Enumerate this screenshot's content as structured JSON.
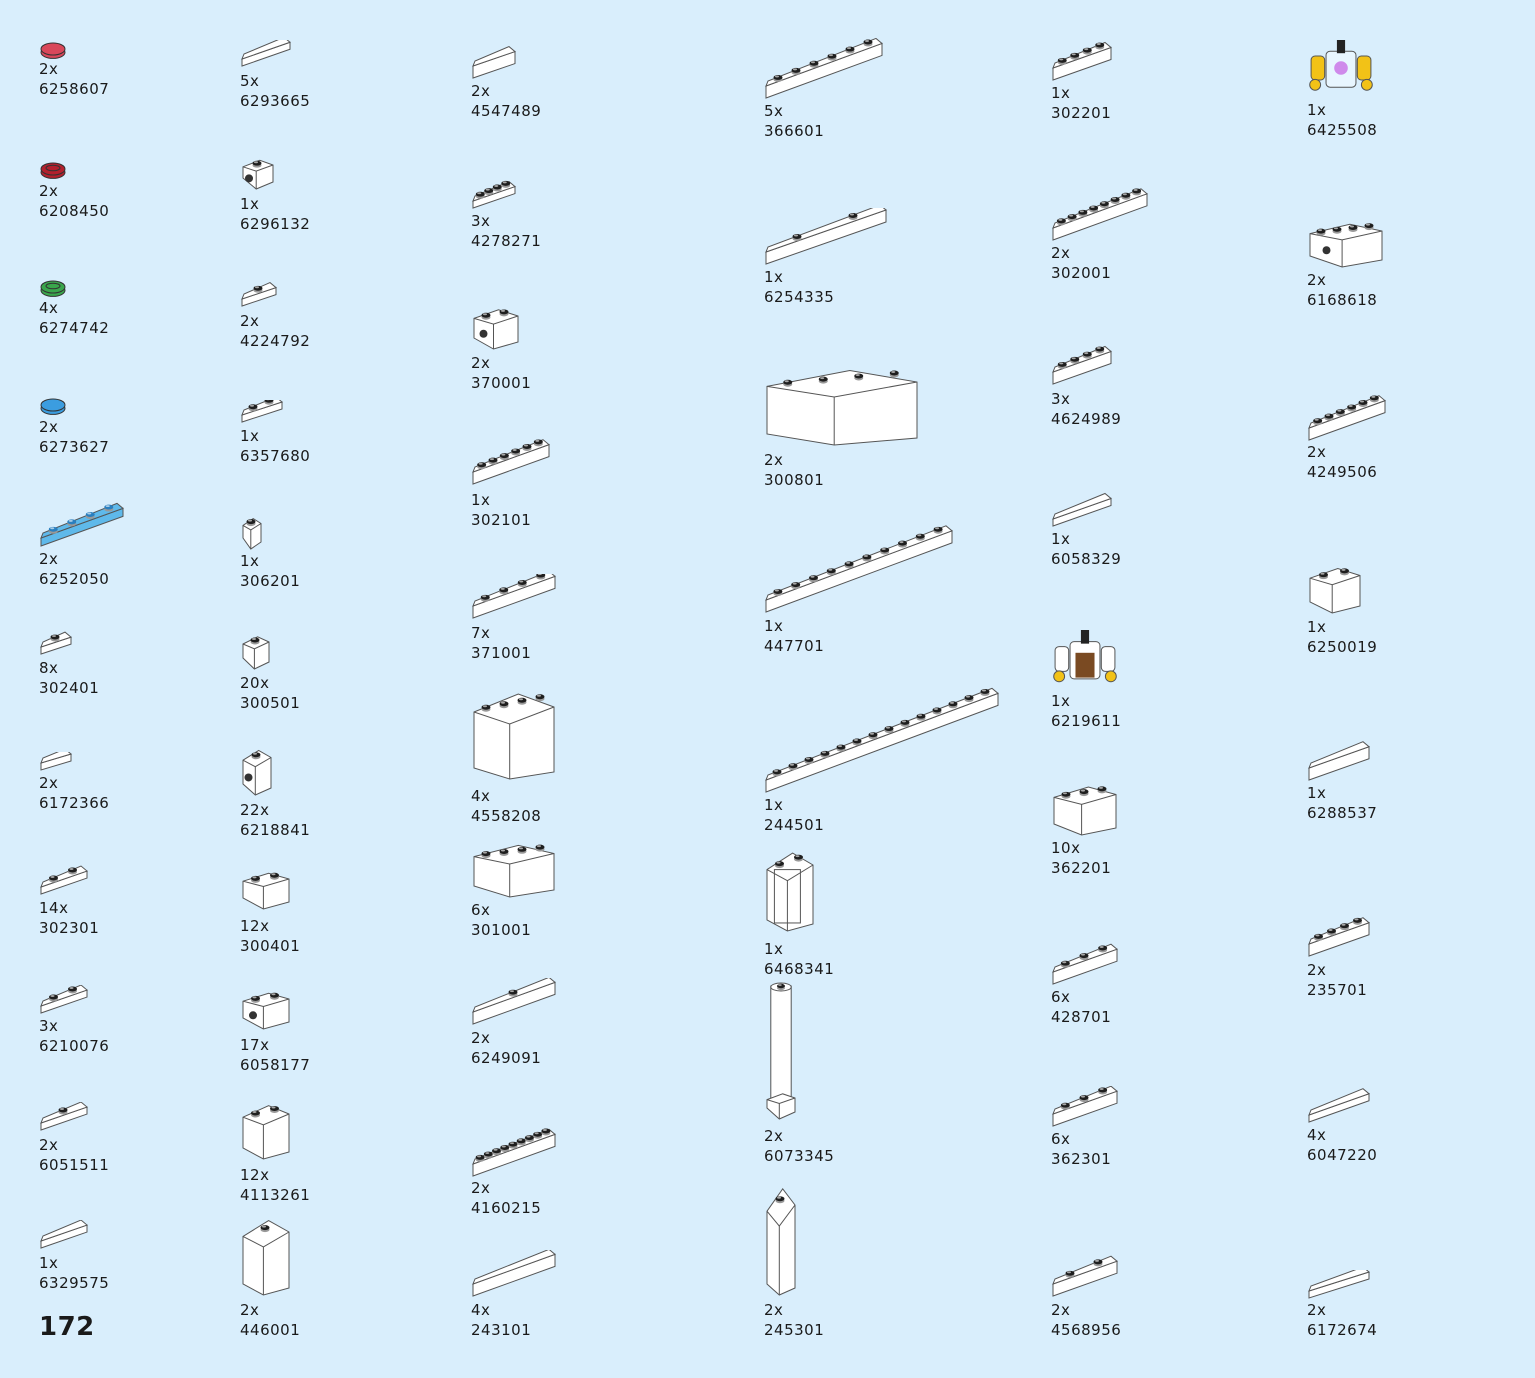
{
  "page_number": "172",
  "colors": {
    "background": "#d9eefc",
    "white_part": "#ffffff",
    "red": "#d9475a",
    "dark_red": "#b3202d",
    "green": "#3aa64c",
    "blue": "#3b9de0",
    "trans_light_blue": "#5fb9ea",
    "yellow": "#f2c217"
  },
  "columns": [
    {
      "parts": [
        {
          "qty": "2x",
          "id": "6258607",
          "icon": "round-tile-1x1-red"
        },
        {
          "qty": "2x",
          "id": "6208450",
          "icon": "round-plate-1x1-dark-red"
        },
        {
          "qty": "4x",
          "id": "6274742",
          "icon": "round-plate-1x1-green"
        },
        {
          "qty": "2x",
          "id": "6273627",
          "icon": "round-tile-1x1-blue"
        },
        {
          "qty": "2x",
          "id": "6252050",
          "icon": "plate-1x6-trans-blue"
        },
        {
          "qty": "8x",
          "id": "302401",
          "icon": "plate-1x1-white"
        },
        {
          "qty": "2x",
          "id": "6172366",
          "icon": "quarter-round-tile-white"
        },
        {
          "qty": "14x",
          "id": "302301",
          "icon": "plate-1x2-white"
        },
        {
          "qty": "3x",
          "id": "6210076",
          "icon": "plate-1x2-with-clip-white"
        },
        {
          "qty": "2x",
          "id": "6051511",
          "icon": "jumper-plate-1x2-white"
        },
        {
          "qty": "1x",
          "id": "6329575",
          "icon": "tile-1x2-white"
        }
      ]
    },
    {
      "parts": [
        {
          "qty": "5x",
          "id": "6293665",
          "icon": "printed-keyboard-tile-white"
        },
        {
          "qty": "1x",
          "id": "6296132",
          "icon": "brick-1x1-side-stud-white"
        },
        {
          "qty": "2x",
          "id": "4224792",
          "icon": "plate-1x1-tooth-white"
        },
        {
          "qty": "1x",
          "id": "6357680",
          "icon": "bar-with-clip-white"
        },
        {
          "qty": "1x",
          "id": "306201",
          "icon": "round-brick-1x1-white"
        },
        {
          "qty": "20x",
          "id": "300501",
          "icon": "brick-1x1-white"
        },
        {
          "qty": "22x",
          "id": "6218841",
          "icon": "brick-1x1x2-side-studs-white"
        },
        {
          "qty": "12x",
          "id": "300401",
          "icon": "brick-1x2-white"
        },
        {
          "qty": "17x",
          "id": "6058177",
          "icon": "brick-1x2-side-studs-white"
        },
        {
          "qty": "12x",
          "id": "4113261",
          "icon": "brick-1x2x2-white"
        },
        {
          "qty": "2x",
          "id": "446001",
          "icon": "slope-brick-1x2x3-white"
        }
      ]
    },
    {
      "parts": [
        {
          "qty": "2x",
          "id": "4547489",
          "icon": "slope-1x1-white"
        },
        {
          "qty": "3x",
          "id": "4278271",
          "icon": "round-plate-2x2-white"
        },
        {
          "qty": "2x",
          "id": "370001",
          "icon": "technic-brick-1x2-white"
        },
        {
          "qty": "1x",
          "id": "302101",
          "icon": "plate-2x3-white"
        },
        {
          "qty": "7x",
          "id": "371001",
          "icon": "plate-1x4-white"
        },
        {
          "qty": "4x",
          "id": "4558208",
          "icon": "wall-panel-1x4x3-white"
        },
        {
          "qty": "6x",
          "id": "301001",
          "icon": "brick-1x4-white"
        },
        {
          "qty": "2x",
          "id": "6249091",
          "icon": "jumper-plate-1x4-white"
        },
        {
          "qty": "2x",
          "id": "4160215",
          "icon": "wedge-plate-3x3-white"
        },
        {
          "qty": "4x",
          "id": "243101",
          "icon": "tile-1x4-white"
        }
      ]
    },
    {
      "parts": [
        {
          "qty": "5x",
          "id": "366601",
          "icon": "plate-1x6-white"
        },
        {
          "qty": "1x",
          "id": "6254335",
          "icon": "arch-plate-white"
        },
        {
          "qty": "2x",
          "id": "300801",
          "icon": "brick-1x8-white"
        },
        {
          "qty": "1x",
          "id": "447701",
          "icon": "plate-1x10-white"
        },
        {
          "qty": "1x",
          "id": "244501",
          "icon": "plate-2x12-white"
        },
        {
          "qty": "1x",
          "id": "6468341",
          "icon": "window-frame-1x2x3-white"
        },
        {
          "qty": "2x",
          "id": "6073345",
          "icon": "round-column-white"
        },
        {
          "qty": "2x",
          "id": "245301",
          "icon": "brick-1x1x5-white"
        }
      ]
    },
    {
      "parts": [
        {
          "qty": "1x",
          "id": "302201",
          "icon": "plate-2x2-white"
        },
        {
          "qty": "2x",
          "id": "302001",
          "icon": "plate-2x4-white"
        },
        {
          "qty": "3x",
          "id": "4624989",
          "icon": "curved-brick-2x2-white"
        },
        {
          "qty": "1x",
          "id": "6058329",
          "icon": "corner-tile-white"
        },
        {
          "qty": "1x",
          "id": "6219611",
          "icon": "minifig-torso-apron-white"
        },
        {
          "qty": "10x",
          "id": "362201",
          "icon": "brick-1x3-white"
        },
        {
          "qty": "6x",
          "id": "428701",
          "icon": "slope-inverted-1x3-white"
        },
        {
          "qty": "6x",
          "id": "362301",
          "icon": "plate-1x3-white"
        },
        {
          "qty": "2x",
          "id": "4568956",
          "icon": "arch-step-brick-white"
        }
      ]
    },
    {
      "parts": [
        {
          "qty": "1x",
          "id": "6425508",
          "icon": "minifig-torso-yellow-arms"
        },
        {
          "qty": "2x",
          "id": "6168618",
          "icon": "brick-1x4-side-studs-white"
        },
        {
          "qty": "2x",
          "id": "4249506",
          "icon": "wedge-plate-2x3-white"
        },
        {
          "qty": "1x",
          "id": "6250019",
          "icon": "bracket-1x2-white"
        },
        {
          "qty": "1x",
          "id": "6288537",
          "icon": "printed-tile-2x2-white"
        },
        {
          "qty": "2x",
          "id": "235701",
          "icon": "corner-brick-2x2-white"
        },
        {
          "qty": "4x",
          "id": "6047220",
          "icon": "curved-tile-2x2-white"
        },
        {
          "qty": "2x",
          "id": "6172674",
          "icon": "macaroni-tile-white"
        }
      ]
    }
  ]
}
